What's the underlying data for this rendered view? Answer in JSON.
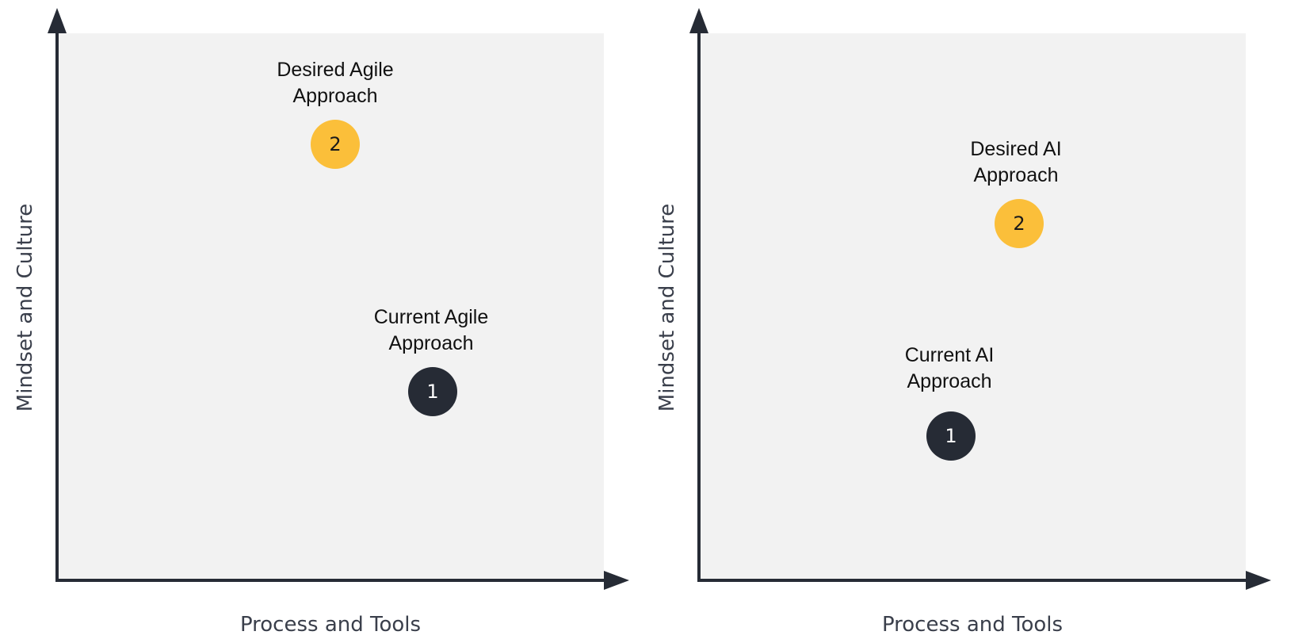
{
  "panels": [
    {
      "y_axis_label": "Mindset and Culture",
      "x_axis_label": "Process and Tools",
      "points": [
        {
          "number": "2",
          "label_line1": "Desired Agile",
          "label_line2": "Approach",
          "kind": "desired",
          "x": 0.51,
          "y": 0.8
        },
        {
          "number": "1",
          "label_line1": "Current Agile",
          "label_line2": "Approach",
          "kind": "current",
          "x": 0.69,
          "y": 0.34
        }
      ]
    },
    {
      "y_axis_label": "Mindset and Culture",
      "x_axis_label": "Process and Tools",
      "points": [
        {
          "number": "2",
          "label_line1": "Desired AI",
          "label_line2": "Approach",
          "kind": "desired",
          "x": 0.6,
          "y": 0.65
        },
        {
          "number": "1",
          "label_line1": "Current AI",
          "label_line2": "Approach",
          "kind": "current",
          "x": 0.48,
          "y": 0.26
        }
      ]
    }
  ],
  "colors": {
    "current_marker": "#262b35",
    "desired_marker": "#fbbf3a",
    "axis": "#262b35",
    "plot_background": "#f2f2f2"
  }
}
